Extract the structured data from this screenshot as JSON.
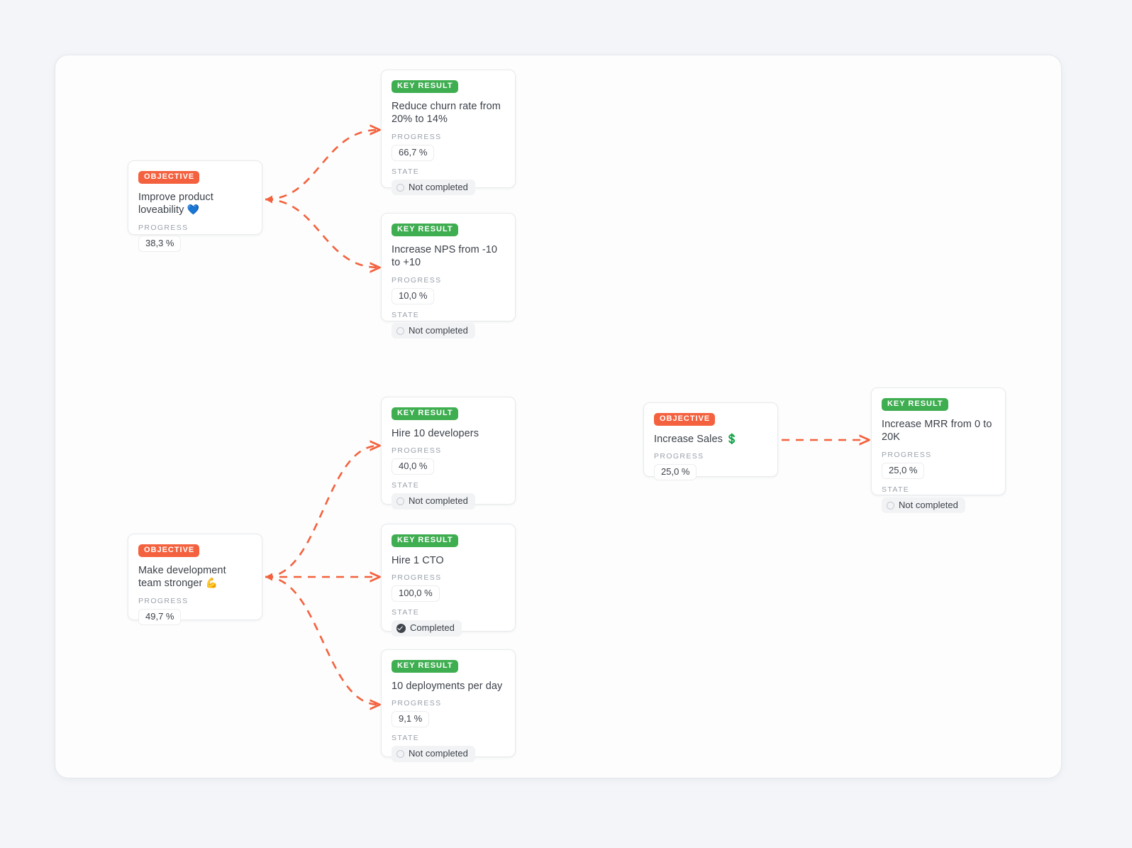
{
  "canvas": {
    "background": "#fcfdfc",
    "page_background": "#f3f5f8"
  },
  "colors": {
    "objective_badge": "#f4613e",
    "keyresult_badge": "#3fae51",
    "edge": "#f4613e",
    "text": "#3c4149",
    "label": "#9aa1ab"
  },
  "labels": {
    "progress": "PROGRESS",
    "state": "STATE",
    "objective_badge": "OBJECTIVE",
    "keyresult_badge": "KEY RESULT"
  },
  "nodes": [
    {
      "id": "obj-loveability",
      "kind": "objective",
      "badge": "OBJECTIVE",
      "title": "Improve product loveability",
      "emoji": "💙",
      "progress": "38,3 %",
      "state": null,
      "state_icon": null
    },
    {
      "id": "kr-churn",
      "kind": "key-result",
      "badge": "KEY RESULT",
      "title": "Reduce churn rate from 20% to 14%",
      "emoji": "",
      "progress": "66,7 %",
      "state": "Not completed",
      "state_icon": "circle-open-icon"
    },
    {
      "id": "kr-nps",
      "kind": "key-result",
      "badge": "KEY RESULT",
      "title": "Increase NPS from -10 to +10",
      "emoji": "",
      "progress": "10,0 %",
      "state": "Not completed",
      "state_icon": "circle-open-icon"
    },
    {
      "id": "obj-devteam",
      "kind": "objective",
      "badge": "OBJECTIVE",
      "title": "Make development team stronger",
      "emoji": "💪",
      "progress": "49,7 %",
      "state": null,
      "state_icon": null
    },
    {
      "id": "kr-hire10",
      "kind": "key-result",
      "badge": "KEY RESULT",
      "title": "Hire 10 developers",
      "emoji": "",
      "progress": "40,0 %",
      "state": "Not completed",
      "state_icon": "circle-open-icon"
    },
    {
      "id": "kr-cto",
      "kind": "key-result",
      "badge": "KEY RESULT",
      "title": "Hire 1 CTO",
      "emoji": "",
      "progress": "100,0 %",
      "state": "Completed",
      "state_icon": "check-circle-icon"
    },
    {
      "id": "kr-deploys",
      "kind": "key-result",
      "badge": "KEY RESULT",
      "title": "10 deployments per day",
      "emoji": "",
      "progress": "9,1 %",
      "state": "Not completed",
      "state_icon": "circle-open-icon"
    },
    {
      "id": "obj-sales",
      "kind": "objective",
      "badge": "OBJECTIVE",
      "title": "Increase Sales",
      "emoji": "💲",
      "progress": "25,0 %",
      "state": null,
      "state_icon": null
    },
    {
      "id": "kr-mrr",
      "kind": "key-result",
      "badge": "KEY RESULT",
      "title": "Increase MRR from 0 to 20K",
      "emoji": "",
      "progress": "25,0 %",
      "state": "Not completed",
      "state_icon": "circle-open-icon"
    }
  ],
  "edges": [
    {
      "from": "obj-loveability",
      "to": "kr-churn"
    },
    {
      "from": "obj-loveability",
      "to": "kr-nps"
    },
    {
      "from": "obj-devteam",
      "to": "kr-hire10"
    },
    {
      "from": "obj-devteam",
      "to": "kr-cto"
    },
    {
      "from": "obj-devteam",
      "to": "kr-deploys"
    },
    {
      "from": "obj-sales",
      "to": "kr-mrr"
    }
  ]
}
